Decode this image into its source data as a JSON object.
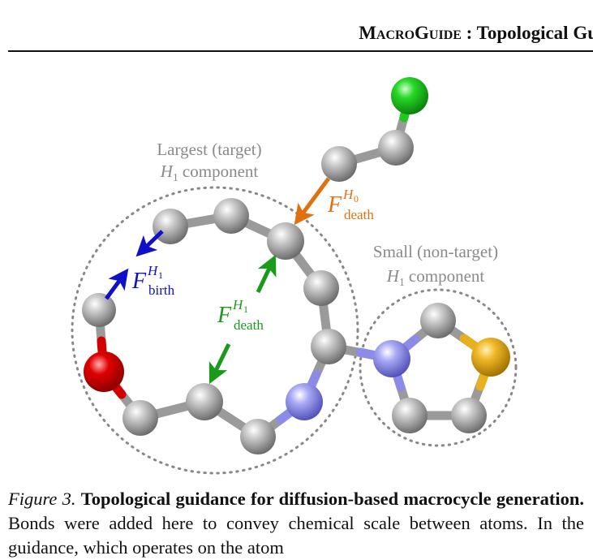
{
  "header": {
    "title_smallcaps": "MacroGuide",
    "title_rest": " : Topological Gu"
  },
  "figure": {
    "large_label_line1": "Largest (target)",
    "large_label_line2": "component",
    "small_label_line1": "Small (non-target)",
    "small_label_line2": "component",
    "h_symbol": "H",
    "h_sub": "1",
    "force_symbol": "F",
    "birth_sub": "birth",
    "death_sub": "death",
    "h0_sub": "0",
    "colors": {
      "carbon": "#9a9a9a",
      "nitrogen": "#8c8ce8",
      "oxygen": "#d40000",
      "sulfur": "#e8b020",
      "chlorine": "#1ec81e",
      "blue_arrow": "#1010c8",
      "green_arrow": "#1a9a1a",
      "orange_arrow": "#e07010",
      "label_gray": "#8a8a8a"
    }
  },
  "caption": {
    "figure_number": "Figure 3.",
    "bold_text": "Topological guidance for diffusion-based macrocycle generation.",
    "text": " Bonds were added here to convey chemical scale between atoms. In the guidance, which operates on the atom"
  }
}
